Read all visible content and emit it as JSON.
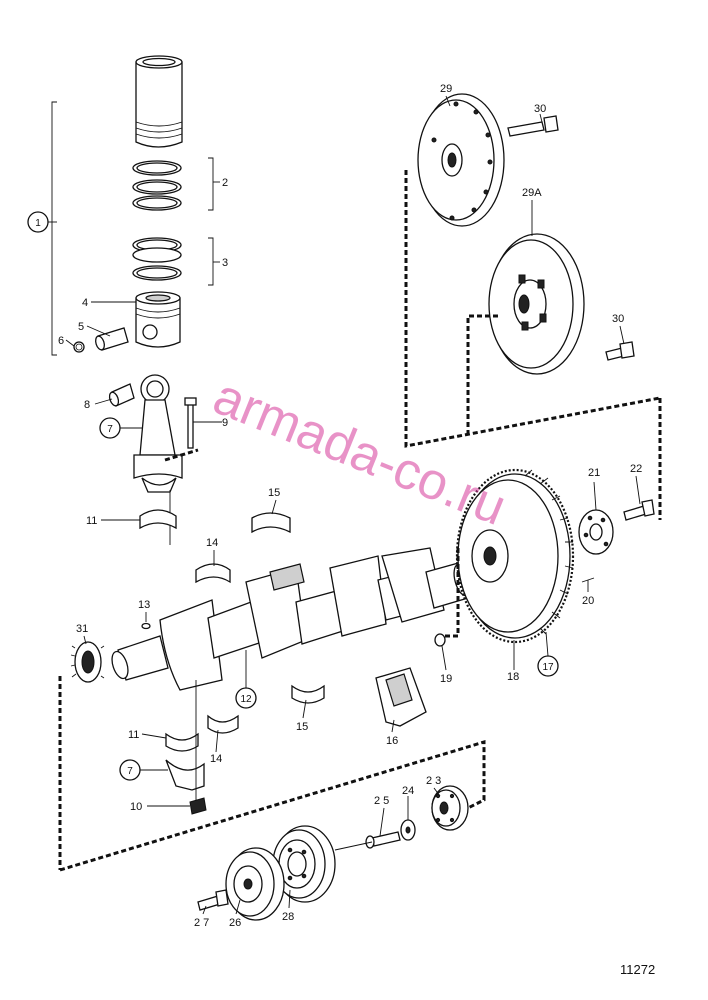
{
  "watermark": "armada-co.ru",
  "drawing_number": "11272",
  "labels": {
    "l1": "1",
    "l2": "2",
    "l3": "3",
    "l4": "4",
    "l5": "5",
    "l6": "6",
    "l7a": "7",
    "l7b": "7",
    "l8": "8",
    "l9": "9",
    "l10": "10",
    "l11a": "11",
    "l11b": "11",
    "l12": "12",
    "l13": "13",
    "l14a": "14",
    "l14b": "14",
    "l15a": "15",
    "l15b": "15",
    "l16": "16",
    "l17": "17",
    "l18": "18",
    "l19": "19",
    "l20": "20",
    "l21": "21",
    "l22": "22",
    "l23": "2 3",
    "l24": "24",
    "l25": "2 5",
    "l26": "26",
    "l27": "2 7",
    "l28": "28",
    "l29": "29",
    "l29a": "29A",
    "l30a": "30",
    "l30b": "30",
    "l31": "31"
  }
}
